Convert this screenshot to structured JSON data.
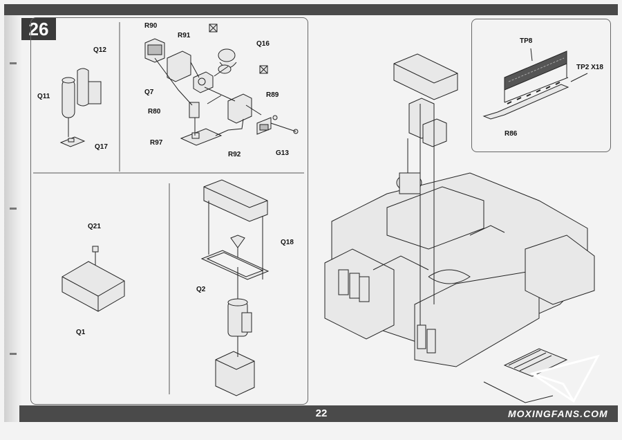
{
  "step": "26",
  "page_number": "22",
  "watermark": "MOXINGFANS.COM",
  "labels": {
    "q11": "Q11",
    "q12": "Q12",
    "q17": "Q17",
    "r90": "R90",
    "r91": "R91",
    "q16": "Q16",
    "q7": "Q7",
    "r80": "R80",
    "r89": "R89",
    "r97": "R97",
    "r92": "R92",
    "g13": "G13",
    "q21": "Q21",
    "q1": "Q1",
    "q18": "Q18",
    "q2": "Q2",
    "tp8": "TP8",
    "tp2": "TP2 X18",
    "r86": "R86"
  },
  "colors": {
    "bar": "#4a4a4a",
    "line": "#222222",
    "part_fill": "#e8e8e8"
  }
}
